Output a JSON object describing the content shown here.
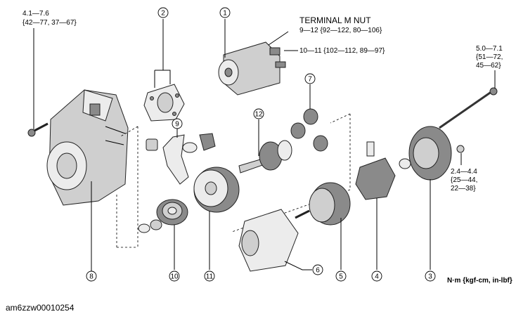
{
  "torque": {
    "bolt_housing": {
      "line1": "4.1—7.6",
      "line2": "{42—77, 37—67}"
    },
    "terminal_m_nut": {
      "line1": "TERMINAL M NUT",
      "line2": "9—12 {92—122, 80—106}"
    },
    "terminal_nut": {
      "line1": "10—11 {102—112, 89—97}"
    },
    "through_bolt": {
      "line1": "5.0—7.1",
      "line2": "{51—72,",
      "line3": "45—62}"
    },
    "brush_screw": {
      "line1": "2.4—4.4",
      "line2": "{25—44,",
      "line3": "22—38}"
    }
  },
  "units_note": "N·m {kgf-cm, in-lbf}",
  "figure_id": "am6zzw00010254",
  "callouts": [
    "1",
    "2",
    "3",
    "4",
    "5",
    "6",
    "7",
    "8",
    "9",
    "10",
    "11",
    "12"
  ]
}
